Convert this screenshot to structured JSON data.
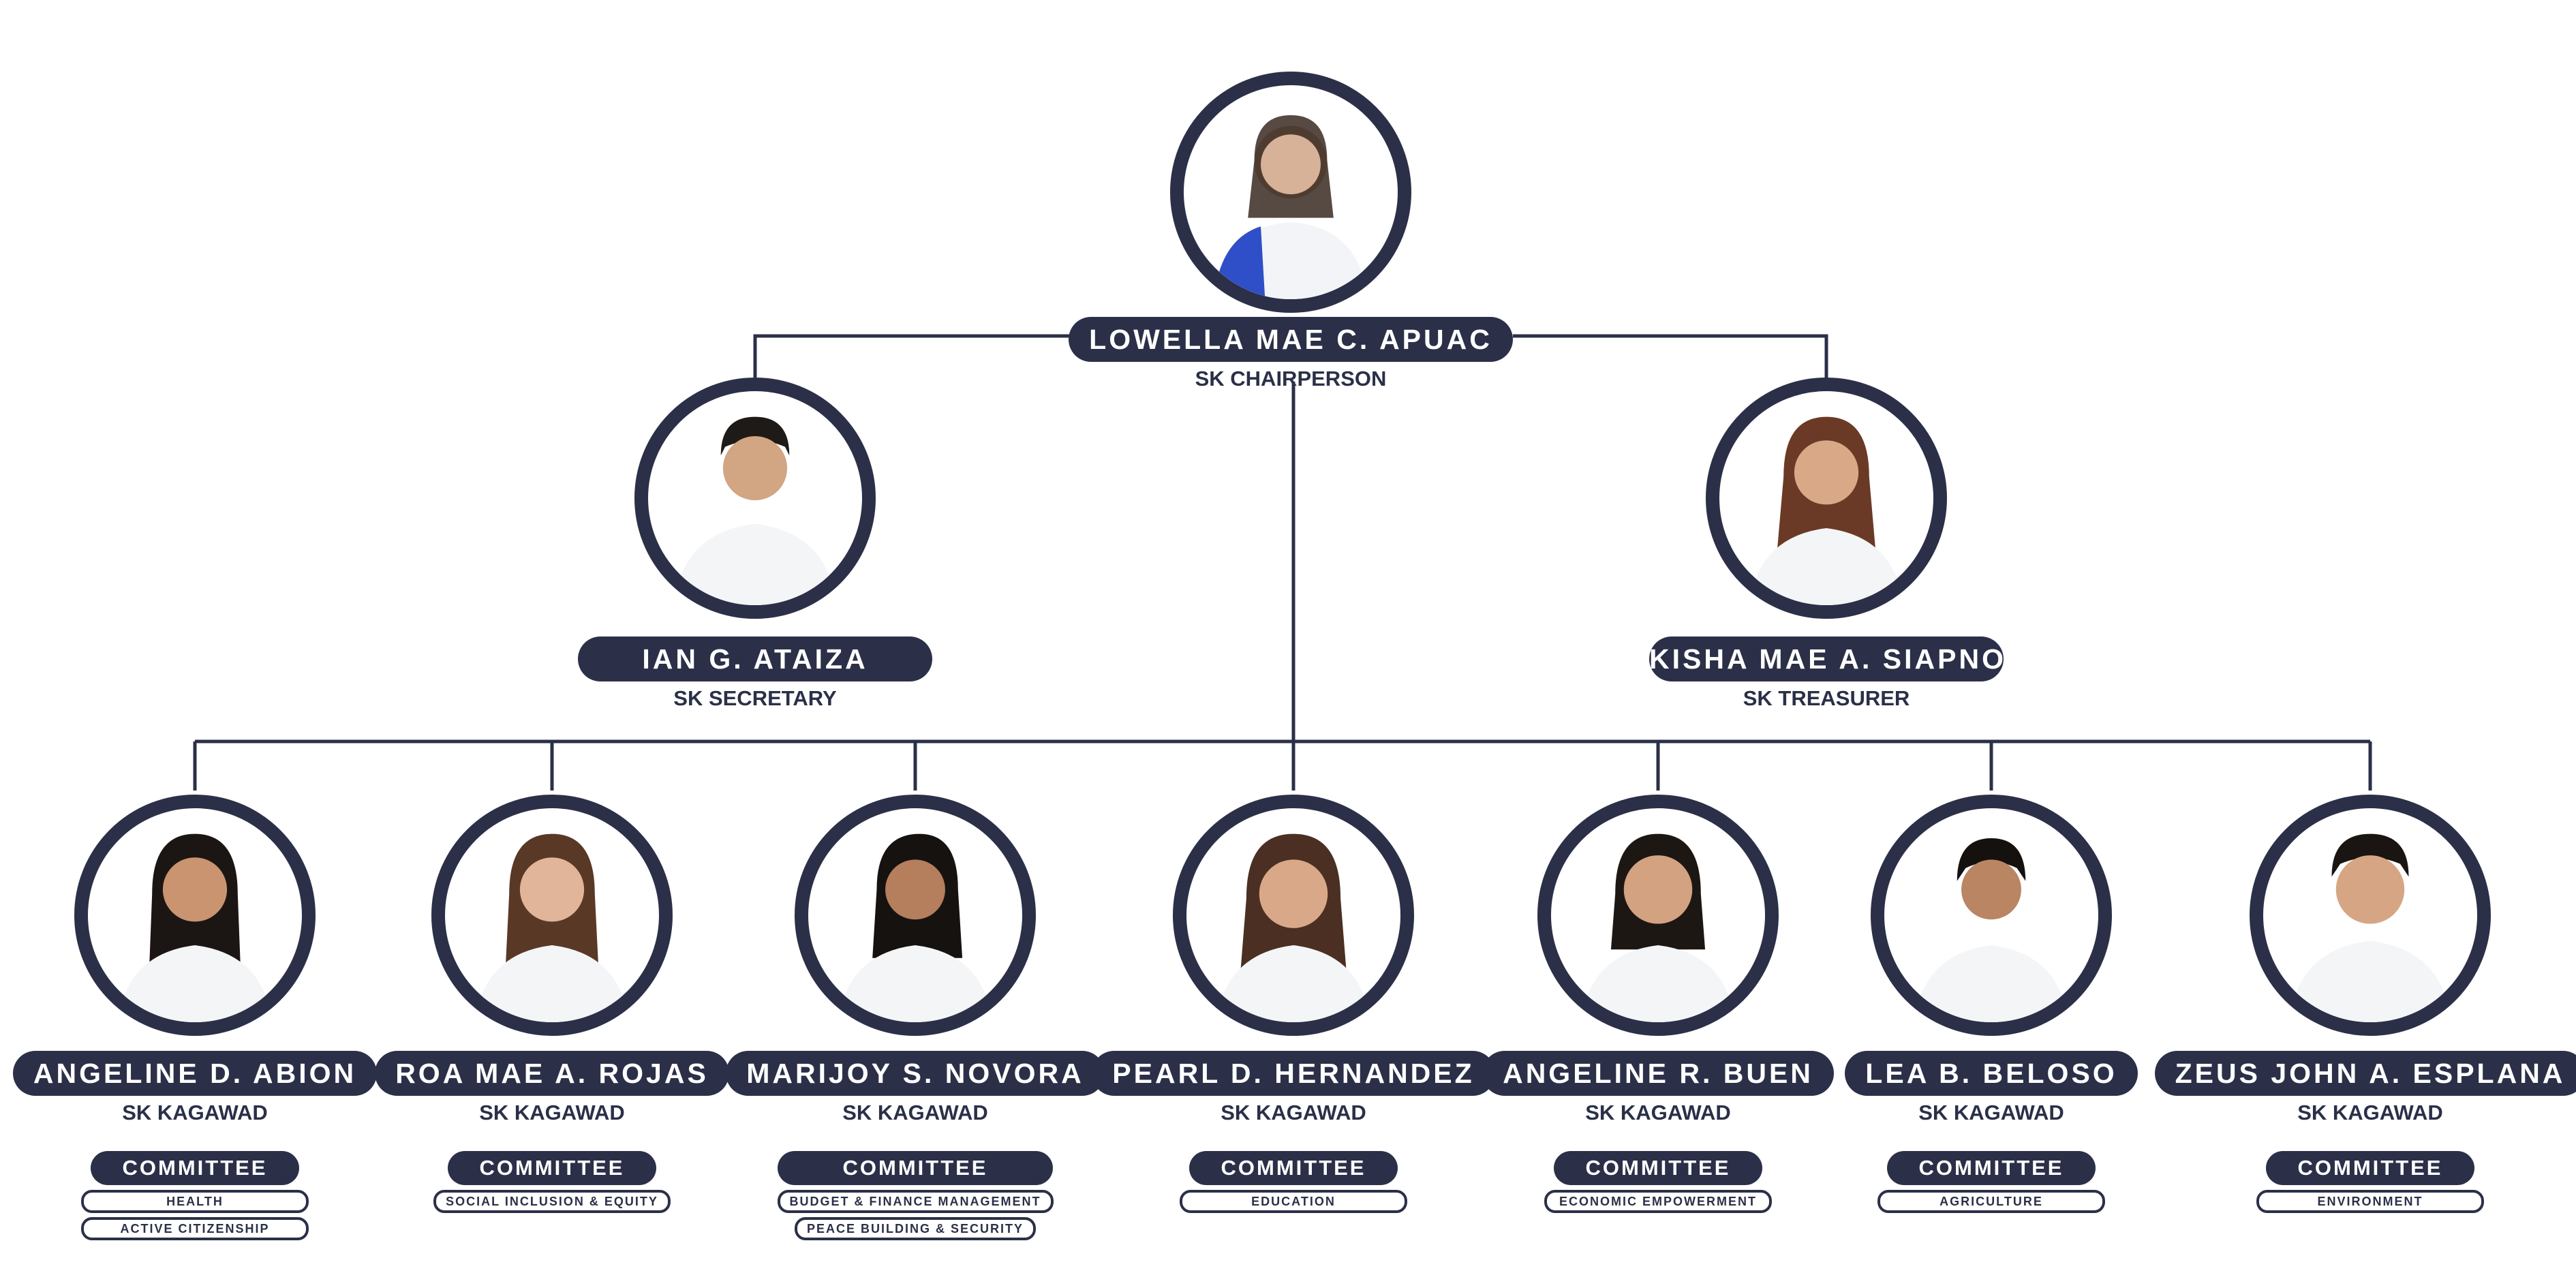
{
  "colors": {
    "navy": "#2b3048",
    "background": "#ffffff",
    "line": "#2b3048"
  },
  "chair": {
    "name": "LOWELLA MAE C. APUAC",
    "role": "SK CHAIRPERSON",
    "photo_icon": "person-portrait-icon"
  },
  "secretary": {
    "name": "IAN G. ATAIZA",
    "role": "SK SECRETARY",
    "photo_icon": "person-portrait-icon"
  },
  "treasurer": {
    "name": "KISHA MAE A. SIAPNO",
    "role": "SK TREASURER",
    "photo_icon": "person-portrait-icon"
  },
  "committee_label": "COMMITTEE",
  "kagawads": [
    {
      "name": "ANGELINE D. ABION",
      "role": "SK KAGAWAD",
      "committees": [
        "HEALTH",
        "ACTIVE CITIZENSHIP"
      ]
    },
    {
      "name": "ROA MAE A. ROJAS",
      "role": "SK KAGAWAD",
      "committees": [
        "SOCIAL INCLUSION & EQUITY"
      ]
    },
    {
      "name": "MARIJOY S. NOVORA",
      "role": "SK KAGAWAD",
      "committees": [
        "BUDGET & FINANCE MANAGEMENT",
        "PEACE BUILDING & SECURITY"
      ]
    },
    {
      "name": "PEARL D. HERNANDEZ",
      "role": "SK KAGAWAD",
      "committees": [
        "EDUCATION"
      ]
    },
    {
      "name": "ANGELINE R. BUEN",
      "role": "SK KAGAWAD",
      "committees": [
        "ECONOMIC EMPOWERMENT"
      ]
    },
    {
      "name": "LEA B. BELOSO",
      "role": "SK KAGAWAD",
      "committees": [
        "AGRICULTURE"
      ]
    },
    {
      "name": "ZEUS JOHN A. ESPLANA",
      "role": "SK KAGAWAD",
      "committees": [
        "ENVIRONMENT"
      ]
    }
  ]
}
